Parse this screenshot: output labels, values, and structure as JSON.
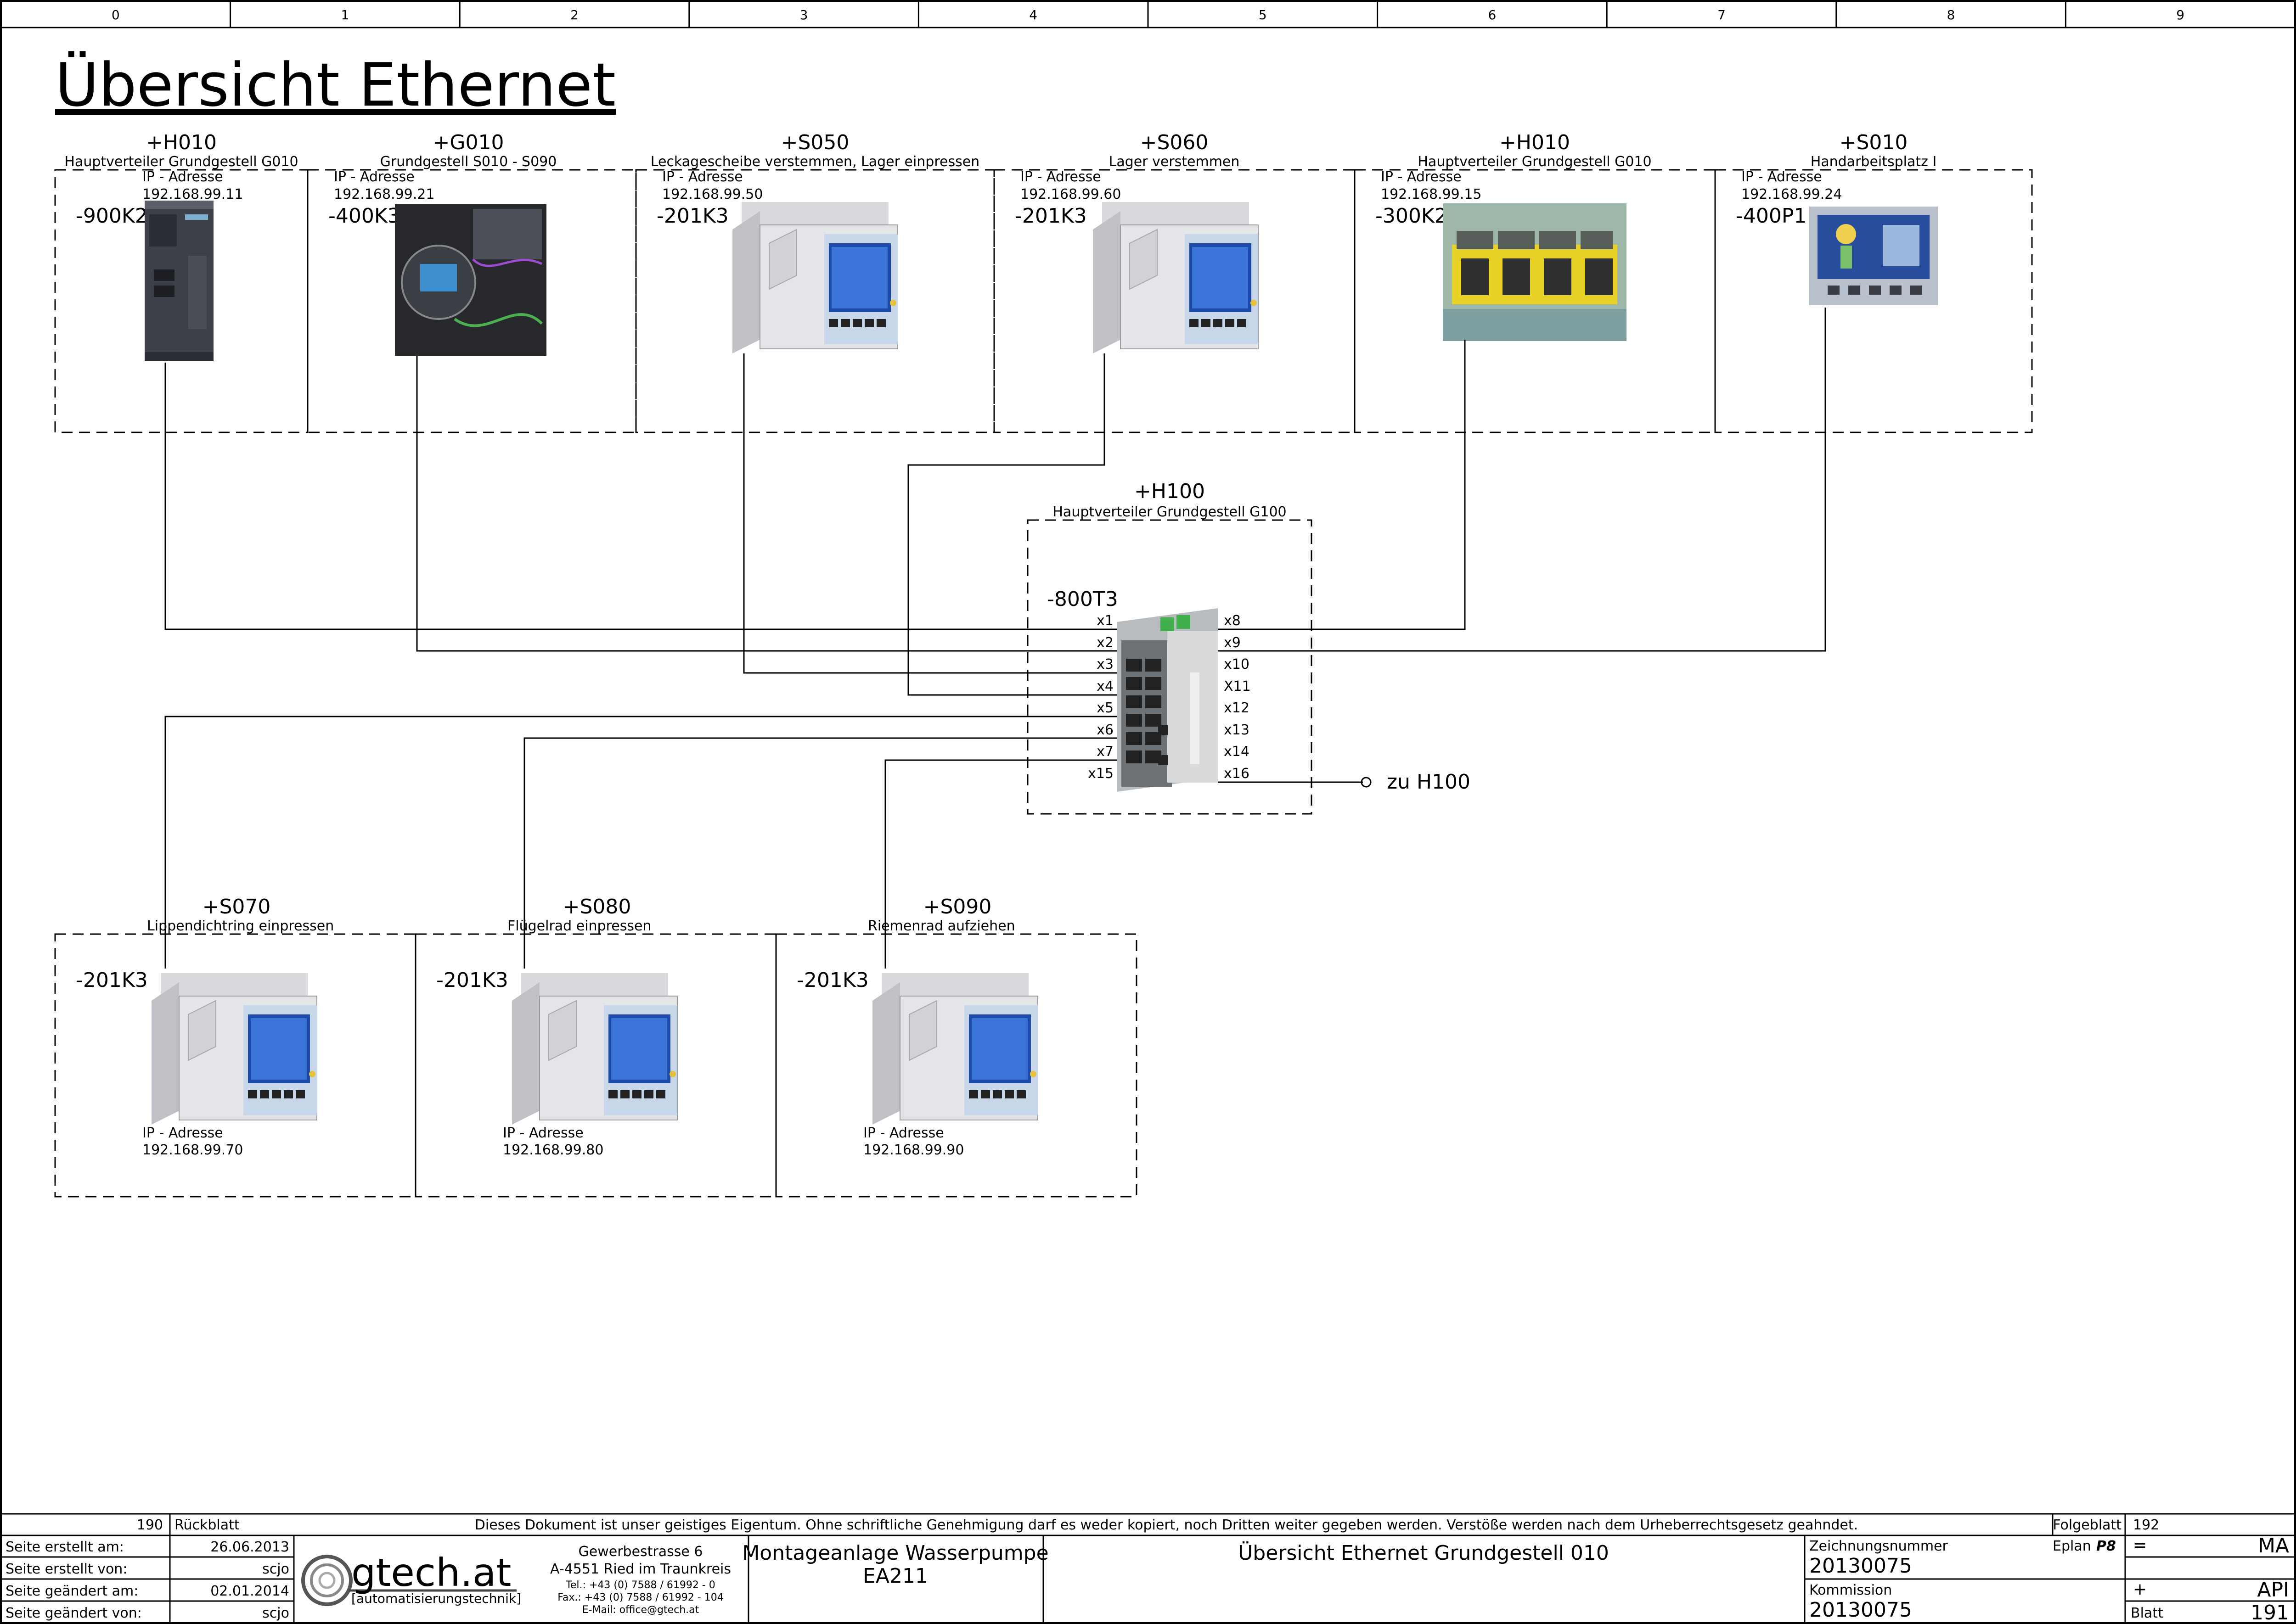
{
  "column_labels": [
    "0",
    "1",
    "2",
    "3",
    "4",
    "5",
    "6",
    "7",
    "8",
    "9"
  ],
  "title": "Übersicht Ethernet",
  "top_groups": [
    {
      "loc": "+H010",
      "desc": "Hauptverteiler Grundgestell G010",
      "ip_label": "IP - Adresse",
      "ip": "192.168.99.11",
      "device": "-900K2",
      "device_image": "siemens-cpu-module"
    },
    {
      "loc": "+G010",
      "desc": "Grundgestell S010 - S090",
      "ip_label": "IP - Adresse",
      "ip": "192.168.99.21",
      "device": "-400K3",
      "device_image": "mobile-panel"
    },
    {
      "loc": "+S050",
      "desc": "Leckagescheibe verstemmen, Lager einpressen",
      "ip_label": "IP - Adresse",
      "ip": "192.168.99.50",
      "device": "-201K3",
      "device_image": "press-controller"
    },
    {
      "loc": "+S060",
      "desc": "Lager verstemmen",
      "ip_label": "IP - Adresse",
      "ip": "192.168.99.60",
      "device": "-201K3",
      "device_image": "press-controller"
    },
    {
      "loc": "+H010",
      "desc": "Hauptverteiler Grundgestell G010",
      "ip_label": "IP - Adresse",
      "ip": "192.168.99.15",
      "device": "-300K2",
      "device_image": "pilz-safety-plc"
    },
    {
      "loc": "+S010",
      "desc": "Handarbeitsplatz I",
      "ip_label": "IP - Adresse",
      "ip": "192.168.99.24",
      "device": "-400P1",
      "device_image": "hmi-touch-panel"
    }
  ],
  "switch_group": {
    "loc": "+H100",
    "desc": "Hauptverteiler Grundgestell G100",
    "device": "-800T3",
    "device_image": "ethernet-switch",
    "left_ports": [
      "x1",
      "x2",
      "x3",
      "x4",
      "x5",
      "x6",
      "x7",
      "x15"
    ],
    "right_ports": [
      "x8",
      "x9",
      "x10",
      "X11",
      "x12",
      "x13",
      "x14",
      "x16"
    ],
    "external_target": "zu H100"
  },
  "bottom_groups": [
    {
      "loc": "+S070",
      "desc": "Lippendichtring einpressen",
      "device": "-201K3",
      "ip_label": "IP - Adresse",
      "ip": "192.168.99.70",
      "device_image": "press-controller"
    },
    {
      "loc": "+S080",
      "desc": "Flügelrad einpressen",
      "device": "-201K3",
      "ip_label": "IP - Adresse",
      "ip": "192.168.99.80",
      "device_image": "press-controller"
    },
    {
      "loc": "+S090",
      "desc": "Riemenrad aufziehen",
      "device": "-201K3",
      "ip_label": "IP - Adresse",
      "ip": "192.168.99.90",
      "device_image": "press-controller"
    }
  ],
  "footer": {
    "prev_page": "190",
    "prev_label": "Rückblatt",
    "notice": "Dieses Dokument ist unser geistiges Eigentum. Ohne schriftliche Genehmigung darf es weder kopiert, noch Dritten weiter gegeben werden. Verstöße werden nach dem Urheberrechtsgesetz geahndet.",
    "next_label": "Folgeblatt",
    "next_page": "192",
    "created_on_label": "Seite erstellt am:",
    "created_on": "26.06.2013",
    "created_by_label": "Seite erstellt von:",
    "created_by": "scjo",
    "changed_on_label": "Seite geändert am:",
    "changed_on": "02.01.2014",
    "changed_by_label": "Seite geändert von:",
    "changed_by": "scjo",
    "company": "gtech.at",
    "company_sub": "[automatisierungstechnik]",
    "address_1": "Gewerbestrasse 6",
    "address_2": "A-4551 Ried im Traunkreis",
    "tel": "Tel.: +43 (0) 7588 / 61992 - 0",
    "fax": "Fax.: +43 (0) 7588 / 61992 - 104",
    "email": "E-Mail: office@gtech.at",
    "project_1": "Montageanlage Wasserpumpe",
    "project_2": "EA211",
    "sheet_title": "Übersicht Ethernet Grundgestell 010",
    "drawing_no_label": "Zeichnungsnummer",
    "drawing_no": "20130075",
    "eplan_label": "Eplan",
    "eplan_version": "P8",
    "commission_label": "Kommission",
    "commission": "20130075",
    "eq_sign": "=",
    "eq_value": "MA",
    "plus_sign": "+",
    "plus_value": "API",
    "sheet_label": "Blatt",
    "sheet_no": "191"
  }
}
